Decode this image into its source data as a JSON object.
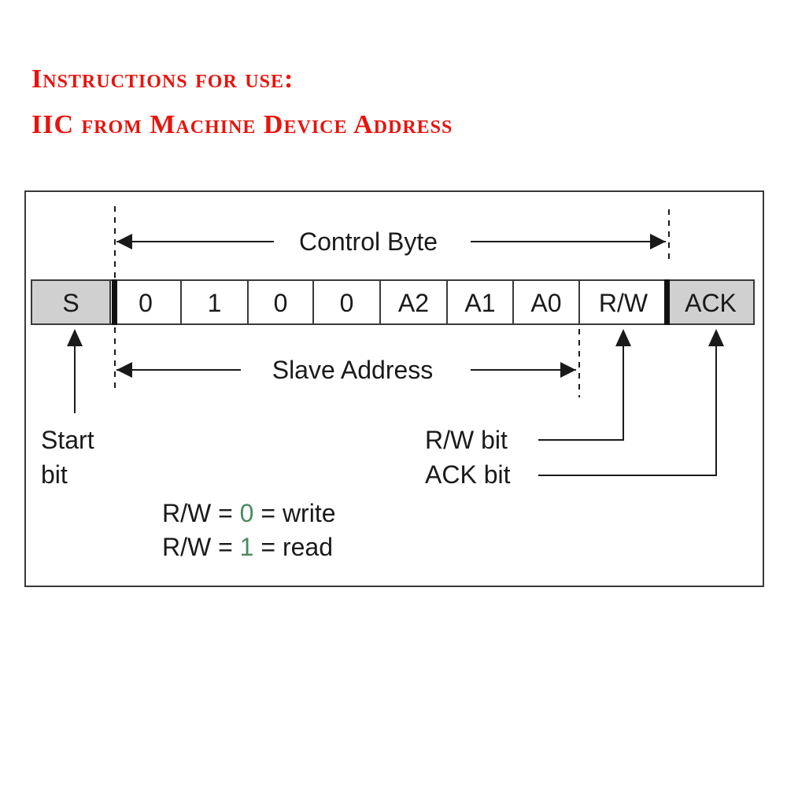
{
  "headings": {
    "line1": "Instructions for use:",
    "line2": "IIC from Machine Device Address"
  },
  "diagram": {
    "control_byte_label": "Control Byte",
    "slave_address_label": "Slave Address",
    "cells": [
      {
        "label": "S",
        "shaded": true
      },
      {
        "label": "0",
        "shaded": false
      },
      {
        "label": "1",
        "shaded": false
      },
      {
        "label": "0",
        "shaded": false
      },
      {
        "label": "0",
        "shaded": false
      },
      {
        "label": "A2",
        "shaded": false
      },
      {
        "label": "A1",
        "shaded": false
      },
      {
        "label": "A0",
        "shaded": false
      },
      {
        "label": "R/W",
        "shaded": false
      },
      {
        "label": "ACK",
        "shaded": true
      }
    ],
    "start_bit_line1": "Start",
    "start_bit_line2": "bit",
    "rw_bit_label": "R/W bit",
    "ack_bit_label": "ACK bit",
    "legend": {
      "write": {
        "prefix": "R/W = ",
        "value": "0",
        "suffix": " = write"
      },
      "read": {
        "prefix": "R/W = ",
        "value": "1",
        "suffix": " = read"
      }
    },
    "colors": {
      "heading": "#e8140c",
      "shaded_cell": "#d0d0d0",
      "value_digit": "#4a8a60"
    }
  }
}
